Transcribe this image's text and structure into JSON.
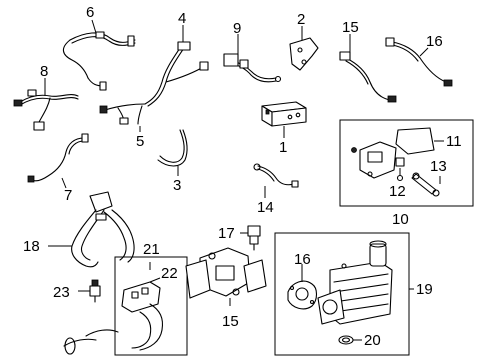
{
  "callouts": {
    "c1": "1",
    "c2": "2",
    "c3": "3",
    "c4": "4",
    "c5": "5",
    "c6": "6",
    "c7": "7",
    "c8": "8",
    "c9": "9",
    "c10": "10",
    "c11": "11",
    "c12": "12",
    "c13": "13",
    "c14": "14",
    "c15a": "15",
    "c15b": "15",
    "c16a": "16",
    "c16b": "16",
    "c17": "17",
    "c18": "18",
    "c19": "19",
    "c20": "20",
    "c21": "21",
    "c22": "22",
    "c23": "23"
  }
}
